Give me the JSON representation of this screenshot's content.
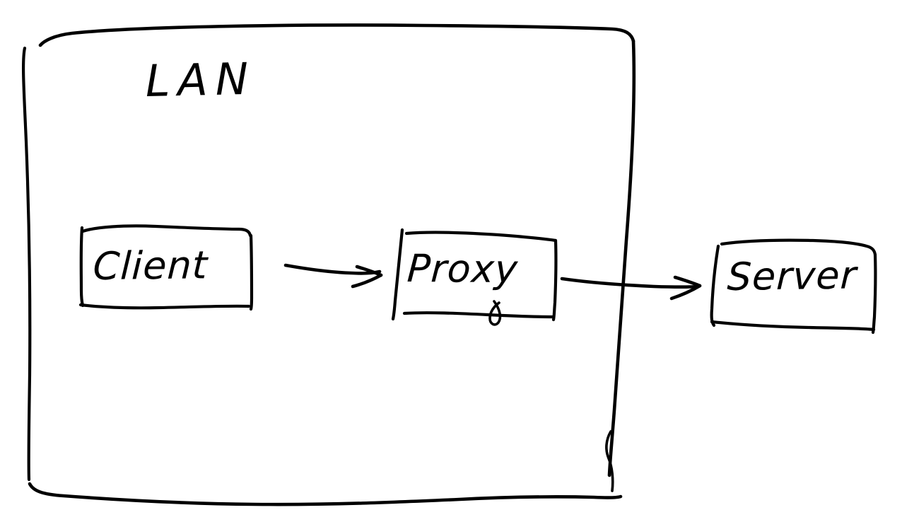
{
  "diagram": {
    "type": "network-flow-sketch",
    "style": "hand-drawn",
    "background_color": "#ffffff",
    "stroke_color": "#000000",
    "boundary": {
      "label": "LAN",
      "shape": "rectangle",
      "contains": [
        "Client",
        "Proxy"
      ]
    },
    "nodes": [
      {
        "id": "client",
        "label": "Client",
        "shape": "rectangle",
        "inside_boundary": true
      },
      {
        "id": "proxy",
        "label": "Proxy",
        "shape": "rectangle",
        "inside_boundary": true
      },
      {
        "id": "server",
        "label": "Server",
        "shape": "rectangle",
        "inside_boundary": false
      }
    ],
    "edges": [
      {
        "id": "client-to-proxy",
        "from": "client",
        "to": "proxy",
        "label": "",
        "arrowhead": "open",
        "crosses_boundary": false
      },
      {
        "id": "proxy-to-server",
        "from": "proxy",
        "to": "server",
        "label": "",
        "arrowhead": "open",
        "crosses_boundary": true
      }
    ]
  }
}
